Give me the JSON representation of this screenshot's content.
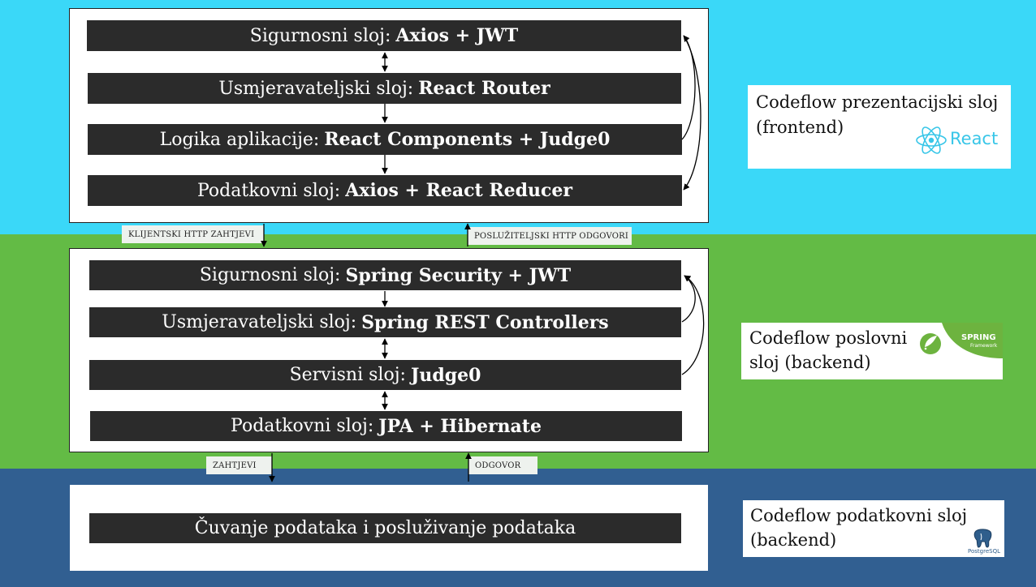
{
  "frontend": {
    "layers": [
      {
        "prefix": "Sigurnosni sloj:",
        "tech": "Axios + JWT"
      },
      {
        "prefix": "Usmjeravateljski sloj:",
        "tech": "React Router"
      },
      {
        "prefix": "Logika aplikacije:",
        "tech": "React Components + Judge0"
      },
      {
        "prefix": "Podatkovni sloj:",
        "tech": "Axios + React Reducer"
      }
    ],
    "description": "Codeflow  prezentacijski sloj (frontend)",
    "logo_text": "React"
  },
  "connectors_top": {
    "request": "KLIJENTSKI HTTP ZAHTJEVI",
    "response": "POSLUŽITELJSKI HTTP ODGOVORI"
  },
  "backend": {
    "layers": [
      {
        "prefix": "Sigurnosni sloj:",
        "tech": "Spring Security + JWT"
      },
      {
        "prefix": "Usmjeravateljski sloj:",
        "tech": "Spring REST Controllers"
      },
      {
        "prefix": "Servisni sloj:",
        "tech": "Judge0"
      },
      {
        "prefix": "Podatkovni sloj:",
        "tech": "JPA + Hibernate"
      }
    ],
    "description": "Codeflow poslovni sloj (backend)",
    "logo_text": "SPRING",
    "logo_subtext": "Framework"
  },
  "connectors_bottom": {
    "request": "ZAHTJEVI",
    "response": "ODGOVOR"
  },
  "database": {
    "layer": "Čuvanje podataka i posluživanje podataka",
    "description": "Codeflow podatkovni sloj (backend)",
    "logo_text": "PostgreSQL"
  },
  "colors": {
    "frontend_band": "#3ad8f8",
    "backend_band": "#63bb45",
    "database_band": "#315f91",
    "layer_box": "#2b2b2b",
    "react_logo": "#38c6e8",
    "spring_green": "#6db33f"
  }
}
